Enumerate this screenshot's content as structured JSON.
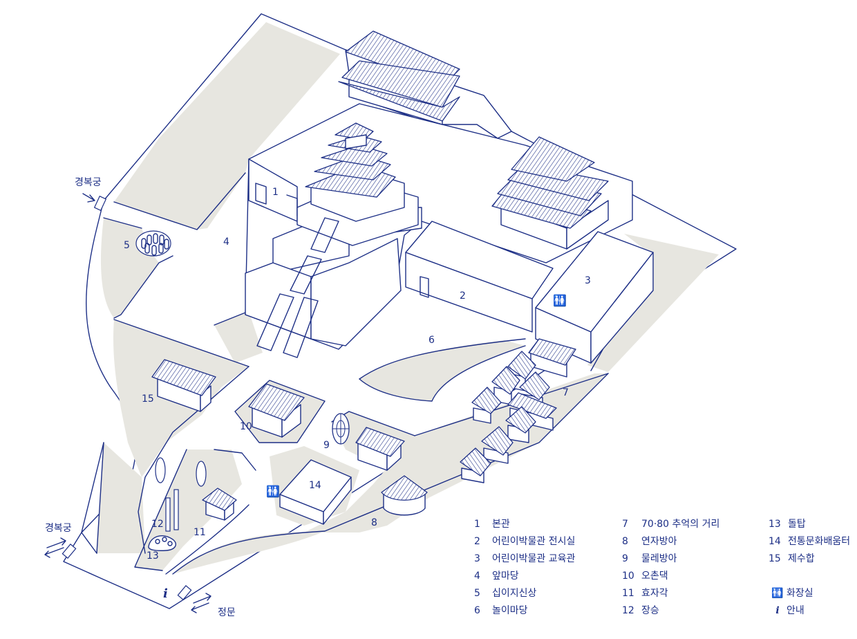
{
  "labels": {
    "gyeongbokgung_top": "경복궁",
    "gyeongbokgung_bottom": "경복궁",
    "main_gate": "정문",
    "info_mark": "i"
  },
  "zone_numbers": [
    "1",
    "2",
    "3",
    "4",
    "5",
    "6",
    "7",
    "8",
    "9",
    "10",
    "11",
    "12",
    "13",
    "14",
    "15"
  ],
  "legend": {
    "col1": [
      {
        "num": "1",
        "name": "본관"
      },
      {
        "num": "2",
        "name": "어린이박물관 전시실"
      },
      {
        "num": "3",
        "name": "어린이박물관 교육관"
      },
      {
        "num": "4",
        "name": "앞마당"
      },
      {
        "num": "5",
        "name": "십이지신상"
      },
      {
        "num": "6",
        "name": "놀이마당"
      }
    ],
    "col2": [
      {
        "num": "7",
        "name": "70·80 추억의 거리"
      },
      {
        "num": "8",
        "name": "연자방아"
      },
      {
        "num": "9",
        "name": "물레방아"
      },
      {
        "num": "10",
        "name": "오촌댁"
      },
      {
        "num": "11",
        "name": "효자각"
      },
      {
        "num": "12",
        "name": "장승"
      }
    ],
    "col3": [
      {
        "num": "13",
        "name": "돌탑"
      },
      {
        "num": "14",
        "name": "전통문화배움터"
      },
      {
        "num": "15",
        "name": "제수합"
      }
    ],
    "symbols": [
      {
        "icon": "restroom-icon",
        "glyph": "🚻",
        "name": "화장실"
      },
      {
        "icon": "info-icon",
        "glyph": "i",
        "name": "안내"
      }
    ]
  },
  "colors": {
    "line": "#1d2f86",
    "ground": "#e7e6e0",
    "background": "#ffffff"
  }
}
